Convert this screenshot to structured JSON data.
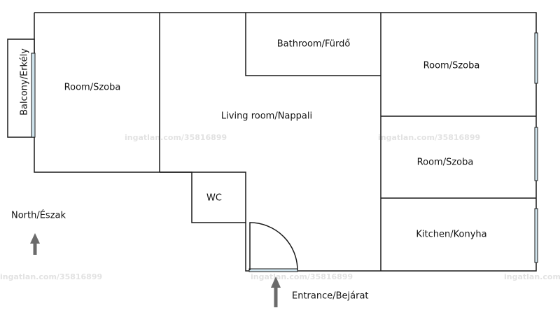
{
  "rooms": {
    "balcony": "Balcony/Erkély",
    "room_left": "Room/Szoba",
    "bathroom": "Bathroom/Fürdő",
    "living_room": "Living room/Nappali",
    "room_top_right": "Room/Szoba",
    "room_mid_right": "Room/Szoba",
    "kitchen": "Kitchen/Konyha",
    "wc": "WC"
  },
  "labels": {
    "north": "North/Észak",
    "entrance": "Entrance/Bejárat"
  },
  "watermark": "ingatlan.com/35816899",
  "colors": {
    "wall": "#1a1a1a",
    "window": "#cfe3ec",
    "arrow": "#6b6b6b",
    "watermark": "#e2e2e2"
  }
}
